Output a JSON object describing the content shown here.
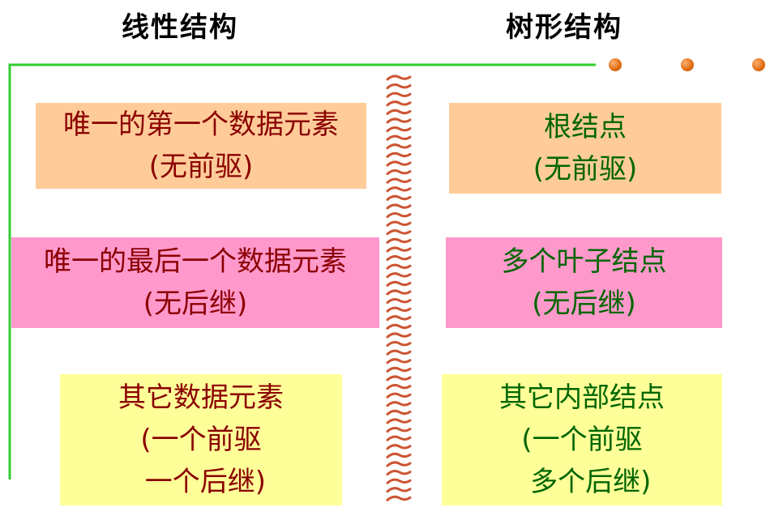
{
  "headings": {
    "linear": "线性结构",
    "tree": "树形结构"
  },
  "linear": [
    {
      "line1": "唯一的第一个数据元素",
      "line2": "(无前驱)"
    },
    {
      "line1": "唯一的最后一个数据元素",
      "line2": "(无后继)"
    },
    {
      "line1": "其它数据元素",
      "line2": "(一个前驱",
      "line3": " 一个后继)"
    }
  ],
  "tree": [
    {
      "line1": "根结点",
      "line2": "(无前驱)"
    },
    {
      "line1": "多个叶子结点",
      "line2": "(无后继)"
    },
    {
      "line1": "其它内部结点",
      "line2": "(一个前驱",
      "line3": "  多个后继)"
    }
  ],
  "colors": {
    "line": "#33cc33",
    "orange": "#ffcc99",
    "pink": "#ff99cc",
    "yellow": "#ffff99",
    "red_text": "#8b0000",
    "green_text": "#006600",
    "dot": "#e06a10",
    "spiral": "#cc5533"
  }
}
